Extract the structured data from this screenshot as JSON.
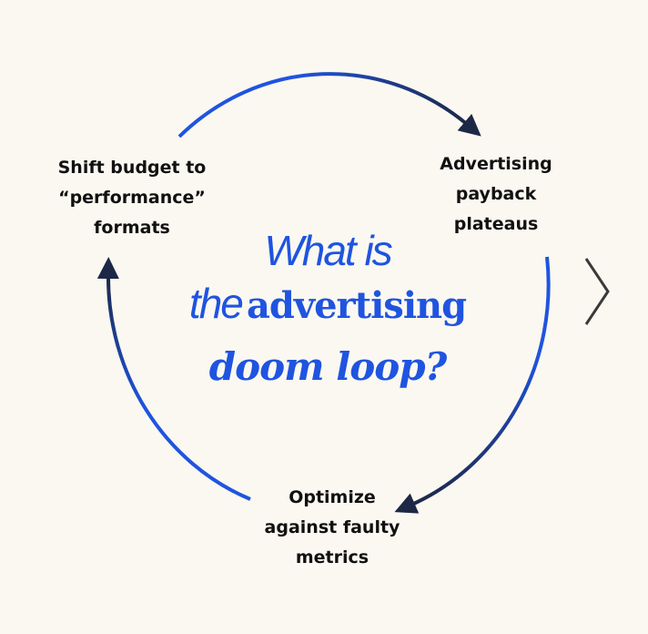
{
  "title": {
    "line1": "What is",
    "line2_light": "the",
    "line2_bold": "advertising",
    "line3": "doom loop?"
  },
  "steps": [
    {
      "label_lines": [
        "Shift budget to",
        "“performance”",
        "formats"
      ]
    },
    {
      "label_lines": [
        "Advertising",
        "payback",
        "plateaus"
      ]
    },
    {
      "label_lines": [
        "Optimize",
        "against faulty",
        "metrics"
      ]
    }
  ],
  "colors": {
    "accent": "#1f54e0",
    "arrow_dark": "#1c2846",
    "background": "#fbf8f1"
  },
  "navigation": {
    "next_icon": "chevron-right-icon"
  }
}
